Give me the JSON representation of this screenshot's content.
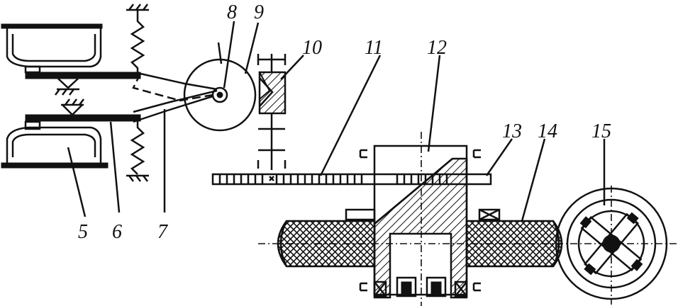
{
  "labels": {
    "l5": "5",
    "l6": "6",
    "l7": "7",
    "l8": "8",
    "l9": "9",
    "l10": "10",
    "l11": "11",
    "l12": "12",
    "l13": "13",
    "l14": "14",
    "l15": "15"
  },
  "colors": {
    "ink": "#111111",
    "paper": "#ffffff"
  }
}
